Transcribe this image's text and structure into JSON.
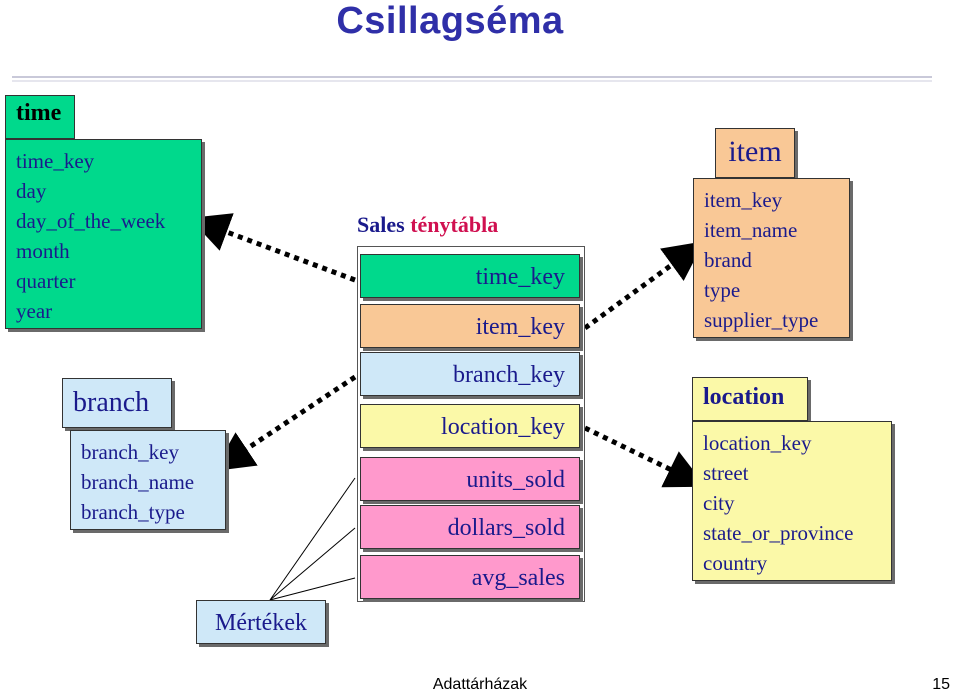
{
  "slide": {
    "title": "Csillagséma",
    "footer_text": "Adattárházak",
    "page_number": "15"
  },
  "fact_table": {
    "caption_prefix": "Sales",
    "caption_suffix": "ténytábla",
    "keys": [
      "time_key",
      "item_key",
      "branch_key",
      "location_key"
    ],
    "measures": [
      "units_sold",
      "dollars_sold",
      "avg_sales"
    ],
    "measures_label": "Mértékek"
  },
  "dimensions": {
    "time": {
      "name": "time",
      "attributes": [
        "time_key",
        "day",
        "day_of_the_week",
        "month",
        "quarter",
        "year"
      ],
      "color": "#00d98c"
    },
    "branch": {
      "name": "branch",
      "attributes": [
        "branch_key",
        "branch_name",
        "branch_type"
      ],
      "color": "#cfe8f8"
    },
    "item": {
      "name": "item",
      "attributes": [
        "item_key",
        "item_name",
        "brand",
        "type",
        "supplier_type"
      ],
      "color": "#f9c896"
    },
    "location": {
      "name": "location",
      "attributes": [
        "location_key",
        "street",
        "city",
        "state_or_province",
        "country"
      ],
      "color": "#fbf9a8"
    }
  },
  "colors": {
    "title": "#2f2fa8",
    "text": "#1a1a8c",
    "measure_fill": "#ff99cc"
  }
}
